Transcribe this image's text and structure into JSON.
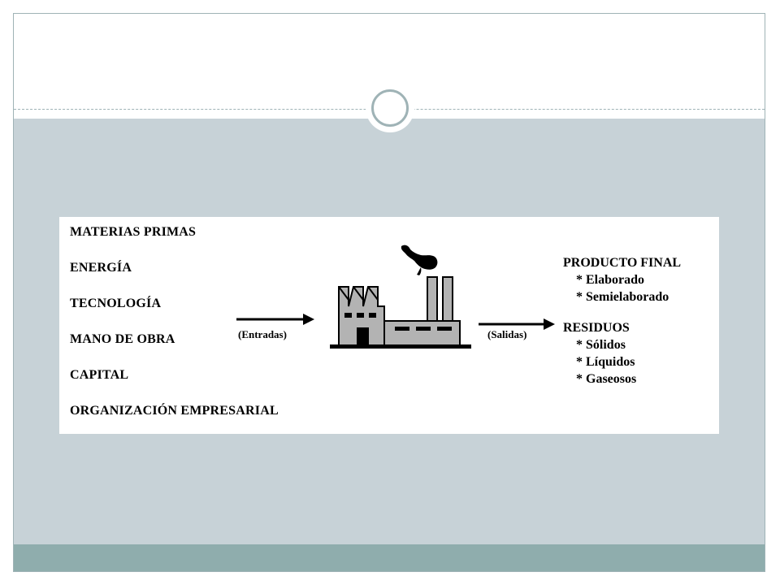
{
  "diagram": {
    "inputs": [
      "MATERIAS PRIMAS",
      "ENERGÍA",
      "TECNOLOGÍA",
      "MANO DE OBRA",
      "CAPITAL",
      "ORGANIZACIÓN EMPRESARIAL"
    ],
    "input_arrow_label": "(Entradas)",
    "output_arrow_label": "(Salidas)",
    "final_product": {
      "heading": "PRODUCTO FINAL",
      "items": [
        "* Elaborado",
        "* Semielaborado"
      ]
    },
    "waste": {
      "heading": "RESIDUOS",
      "items": [
        "* Sólidos",
        "* Líquidos",
        "* Gaseosos"
      ]
    },
    "icons": {
      "process": "factory-icon",
      "emission": "smoke-icon"
    }
  },
  "theme": {
    "content_band": "#c7d2d7",
    "footer_band": "#8fadad",
    "frame_border": "#9fb3b6",
    "factory_fill": "#b3b3b3"
  }
}
